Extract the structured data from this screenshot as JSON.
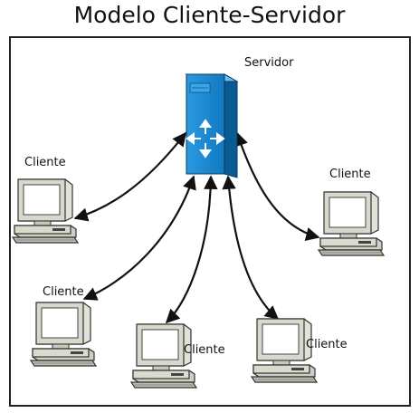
{
  "title": "Modelo Cliente-Servidor",
  "server": {
    "label": "Servidor",
    "icon": "server-switch-icon",
    "color": "#1a88d0"
  },
  "clients": [
    {
      "label": "Cliente",
      "icon": "computer-icon"
    },
    {
      "label": "Cliente",
      "icon": "computer-icon"
    },
    {
      "label": "Cliente",
      "icon": "computer-icon"
    },
    {
      "label": "Cliente",
      "icon": "computer-icon"
    },
    {
      "label": "Cliente",
      "icon": "computer-icon"
    }
  ],
  "connection_style": "double-headed-arrow"
}
